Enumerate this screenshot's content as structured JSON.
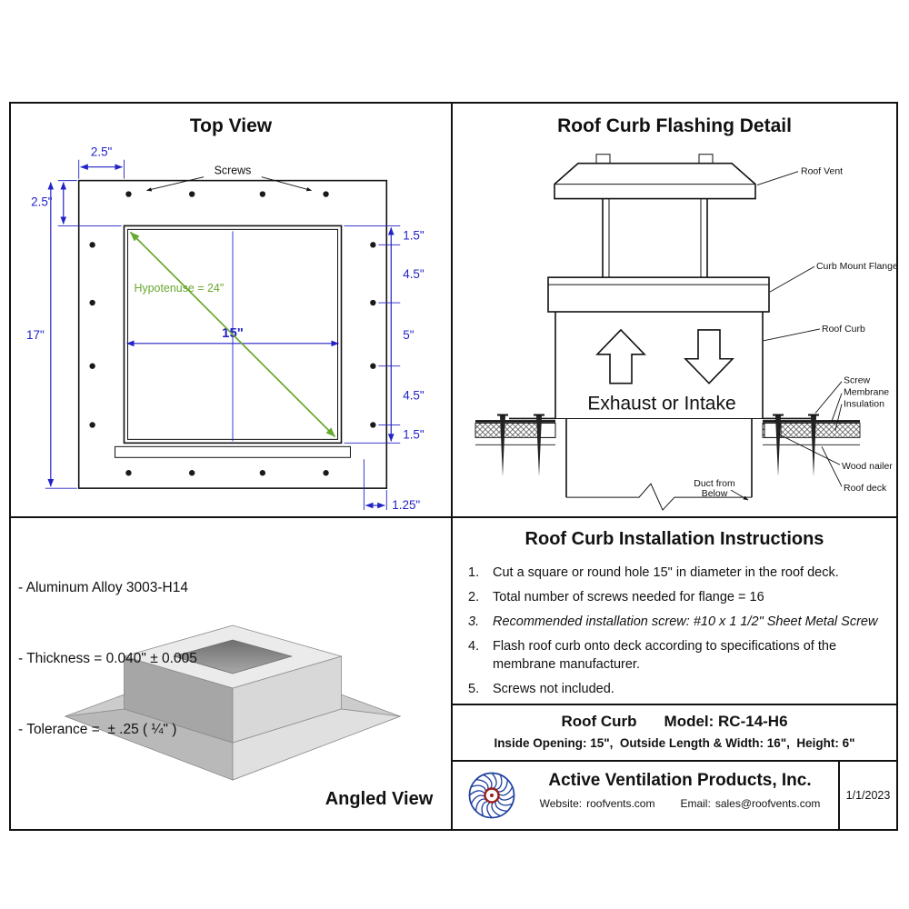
{
  "colors": {
    "dimension_blue": "#2323c8",
    "hypotenuse_green": "#69a82f",
    "logo_blue": "#1d3e9e",
    "logo_red": "#9b1c1c"
  },
  "top_view": {
    "title": "Top View",
    "screws_label": "Screws",
    "dims": {
      "flange_top": "2.5\"",
      "flange_side": "2.5\"",
      "overall_height": "17\"",
      "inside_opening": "15\"",
      "hypotenuse": "Hypotenuse = 24\"",
      "right_chain": [
        "1.5\"",
        "4.5\"",
        "5\"",
        "4.5\"",
        "1.5\""
      ],
      "bottom_right": "1.25\""
    }
  },
  "flashing_detail": {
    "title": "Roof Curb Flashing Detail",
    "airflow_label": "Exhaust or Intake",
    "duct_line1": "Duct from",
    "duct_line2": "Below",
    "callouts": {
      "roof_vent": "Roof Vent",
      "curb_mount_flange": "Curb Mount Flange",
      "roof_curb": "Roof Curb",
      "screw": "Screw",
      "membrane": "Membrane",
      "insulation": "Insulation",
      "wood_nailer": "Wood nailer",
      "roof_deck": "Roof deck"
    }
  },
  "material_specs": {
    "line1": "- Aluminum Alloy 3003-H14",
    "line2": "- Thickness = 0.040\" ± 0.005",
    "line3": "- Tolerance =  ± .25 ( ¼\" )",
    "angled_view_label": "Angled View"
  },
  "installation": {
    "title": "Roof Curb Installation Instructions",
    "items": [
      {
        "num": "1.",
        "text": "Cut a square or round hole 15\" in diameter in the roof deck."
      },
      {
        "num": "2.",
        "text": "Total number of screws needed for flange = 16"
      },
      {
        "num": "3.",
        "text": "Recommended installation screw: #10 x 1 1/2\" Sheet Metal Screw"
      },
      {
        "num": "4.",
        "text": "Flash roof curb onto deck according to specifications of the membrane manufacturer."
      },
      {
        "num": "5.",
        "text": "Screws not included."
      }
    ]
  },
  "model_info": {
    "product": "Roof Curb",
    "model": "Model: RC-14-H6",
    "specs": "Inside Opening: 15\",  Outside Length & Width: 16\",  Height: 6\""
  },
  "footer": {
    "company": "Active Ventilation Products, Inc.",
    "website_label": "Website:",
    "website_value": "roofvents.com",
    "email_label": "Email:",
    "email_value": "sales@roofvents.com",
    "date": "1/1/2023"
  }
}
